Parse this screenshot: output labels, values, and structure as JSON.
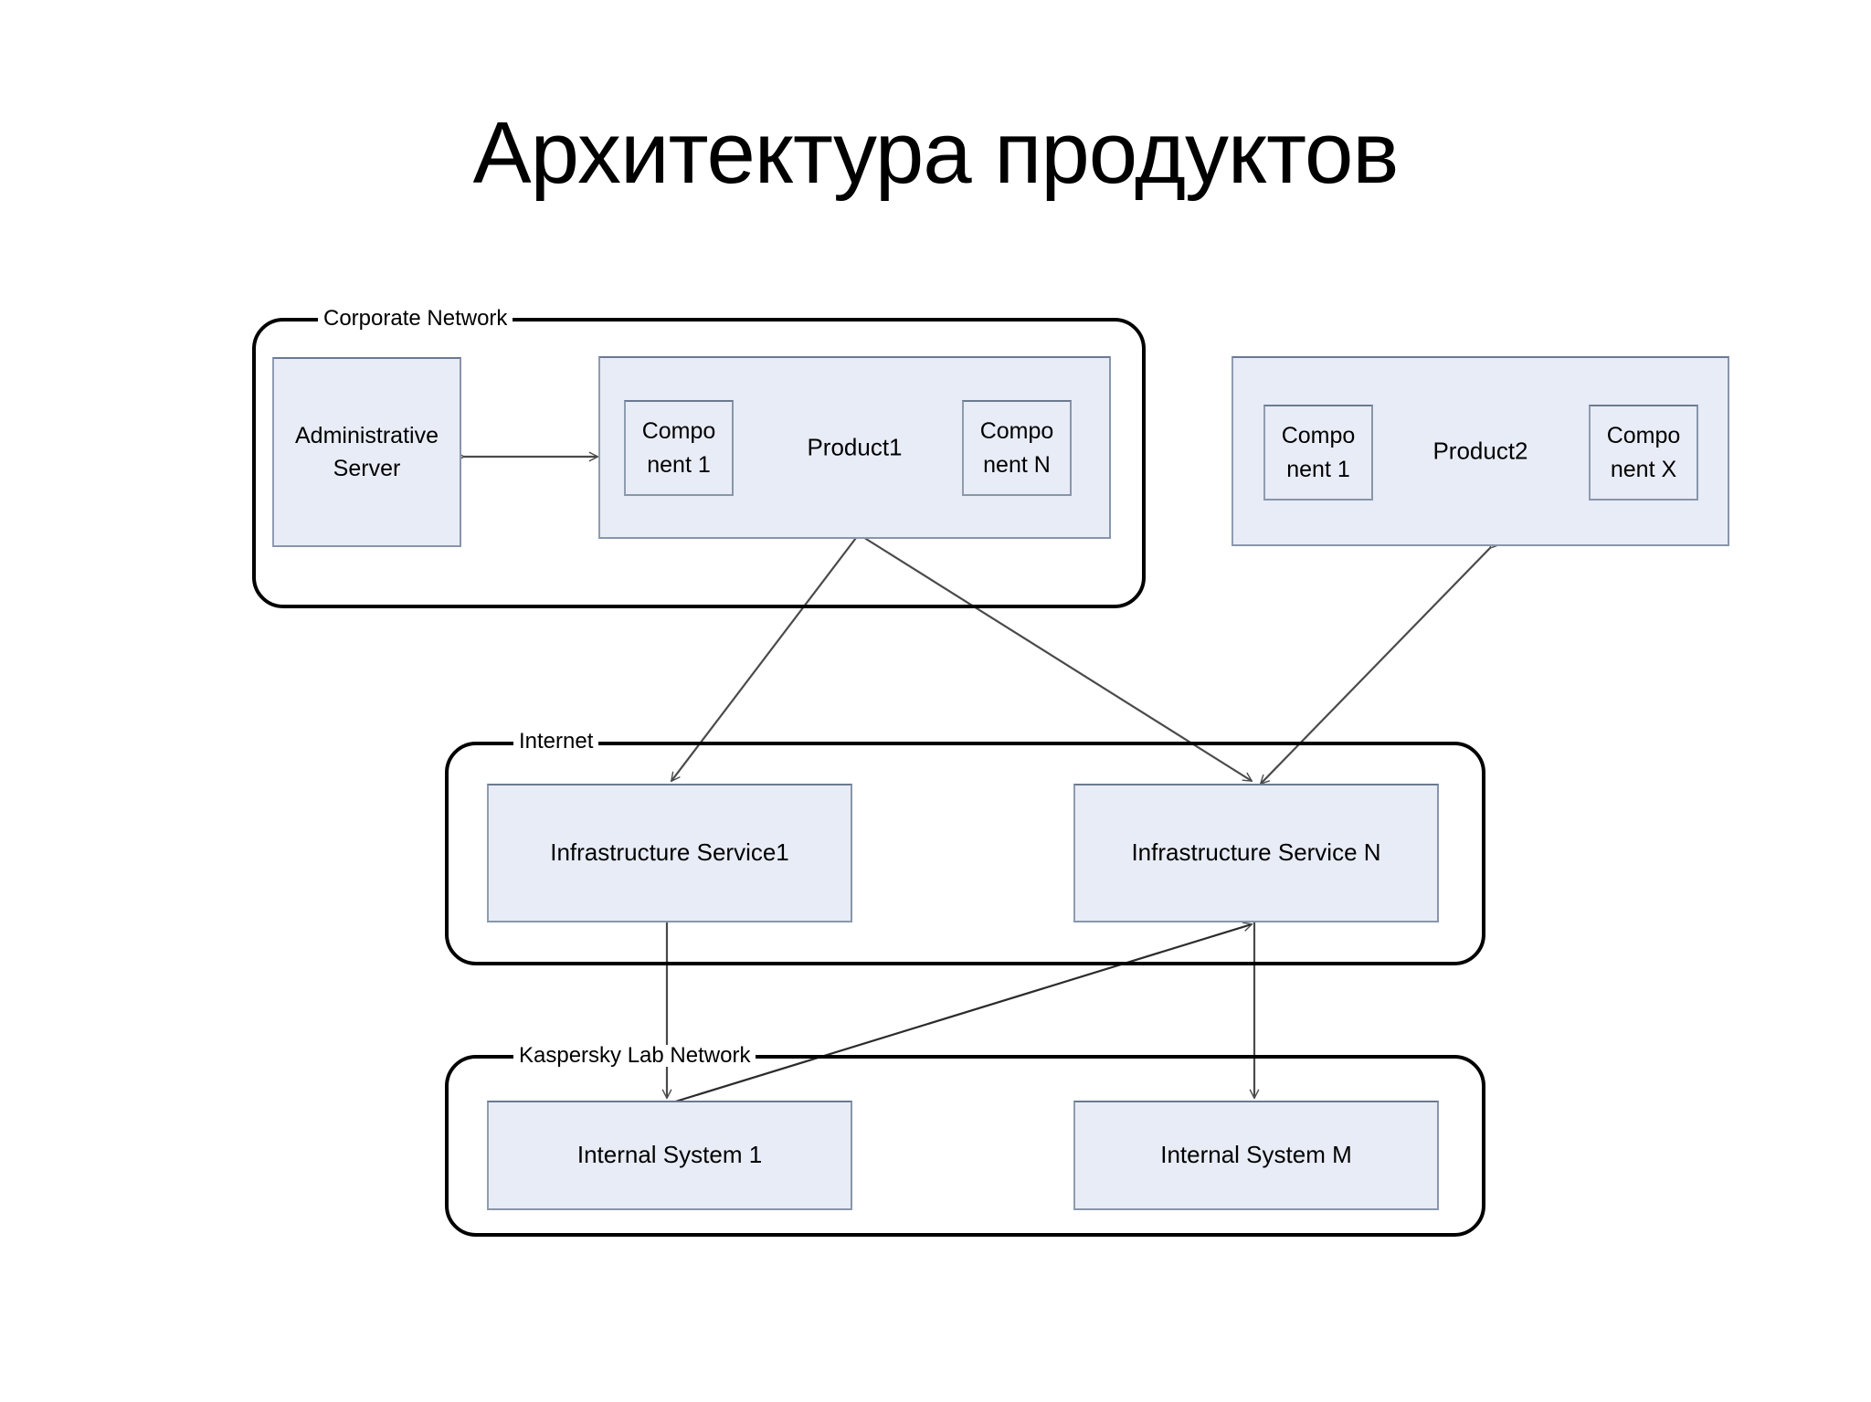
{
  "slide": {
    "title": "Архитектура продуктов",
    "background_color": "#ffffff",
    "node_fill_color": "#e8ecf6",
    "node_border_color": "#8896ab",
    "zone_border_color": "#000000",
    "connector_color": "#4a4a4a"
  },
  "zones": {
    "corporate": {
      "label": "Corporate Network"
    },
    "internet": {
      "label": "Internet"
    },
    "kaspersky": {
      "label": "Kaspersky Lab Network"
    }
  },
  "nodes": {
    "admin_server": {
      "line1": "Administrative",
      "line2": "Server"
    },
    "product1": {
      "name": "Product1"
    },
    "product1_component_1": {
      "line1": "Compo",
      "line2": "nent 1"
    },
    "product1_component_n": {
      "line1": "Compo",
      "line2": "nent N"
    },
    "product2": {
      "name": "Product2"
    },
    "product2_component_1": {
      "line1": "Compo",
      "line2": "nent 1"
    },
    "product2_component_x": {
      "line1": "Compo",
      "line2": "nent X"
    },
    "infra_service_1": {
      "label": "Infrastructure Service1"
    },
    "infra_service_n": {
      "label": "Infrastructure Service N"
    },
    "internal_system_1": {
      "label": "Internal System 1"
    },
    "internal_system_m": {
      "label": "Internal System M"
    }
  },
  "connections": [
    {
      "from": "admin_server",
      "to": "product1_component_1",
      "arrows": "both"
    },
    {
      "from": "product1",
      "to": "infra_service_1",
      "arrows": "both"
    },
    {
      "from": "product1",
      "to": "infra_service_n",
      "arrows": "both"
    },
    {
      "from": "product2",
      "to": "infra_service_n",
      "arrows": "both"
    },
    {
      "from": "infra_service_1",
      "to": "internal_system_1",
      "arrows": "both"
    },
    {
      "from": "infra_service_n",
      "to": "internal_system_m",
      "arrows": "both"
    },
    {
      "from": "infra_service_n",
      "to": "internal_system_1",
      "arrows": "both"
    }
  ]
}
